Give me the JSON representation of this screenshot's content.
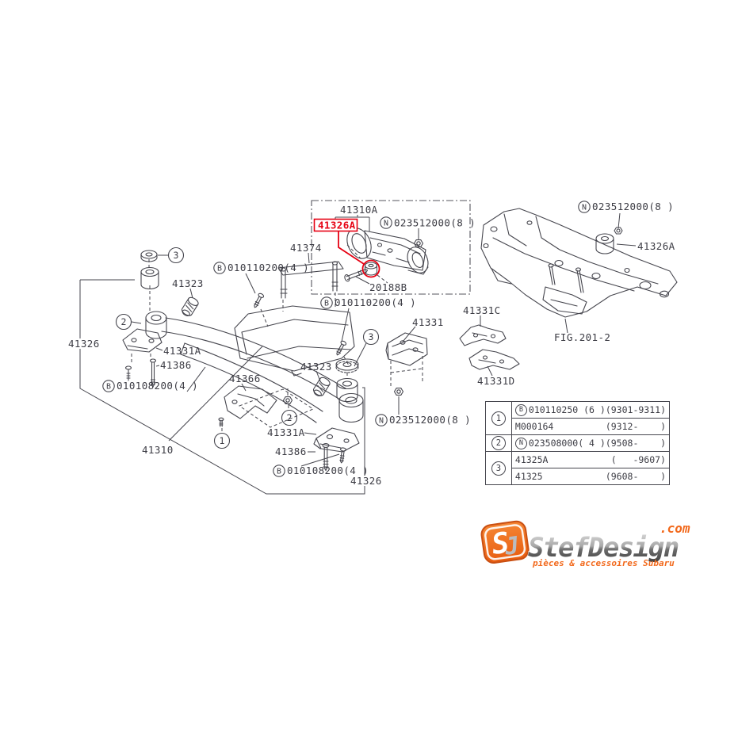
{
  "diagram": {
    "part_labels": {
      "p41310A": "41310A",
      "p41326A": "41326A",
      "p41374": "41374",
      "p41323": "41323",
      "p41326": "41326",
      "p41331A": "41331A",
      "p41386": "41386",
      "p41366": "41366",
      "p41310": "41310",
      "p41331": "41331",
      "p41331C": "41331C",
      "p41331D": "41331D",
      "p20188B": "20188B",
      "fig_ref": "FIG.201-2"
    },
    "fastener_codes": {
      "b010110200": "010110200(4  )",
      "b010108200": "010108200(4  )",
      "n023512000": "023512000(8  )"
    },
    "circled_letters": {
      "B": "B",
      "N": "N"
    },
    "callout_numbers": {
      "c1": "1",
      "c2": "2",
      "c3": "3"
    },
    "highlight_color": "#e60012"
  },
  "table": {
    "rows": [
      {
        "ref": "1",
        "lines": [
          {
            "prefix": "B",
            "code": "010110250 (6 )",
            "range": "(9301-9311)"
          },
          {
            "prefix": "",
            "code": "M000164",
            "range": "(9312-    )"
          }
        ]
      },
      {
        "ref": "2",
        "lines": [
          {
            "prefix": "N",
            "code": "023508000( 4 )",
            "range": "(9508-    )"
          }
        ]
      },
      {
        "ref": "3",
        "lines": [
          {
            "prefix": "",
            "code": "41325A",
            "range": "(   -9607)"
          },
          {
            "prefix": "",
            "code": "41325",
            "range": "(9608-    )"
          }
        ]
      }
    ]
  },
  "logo": {
    "monogram_s": "S",
    "monogram_j": "J",
    "brand": "StefDesign",
    "tld": ".com",
    "tagline": "pièces & accessoires Subaru",
    "orange": "#f2691c"
  }
}
